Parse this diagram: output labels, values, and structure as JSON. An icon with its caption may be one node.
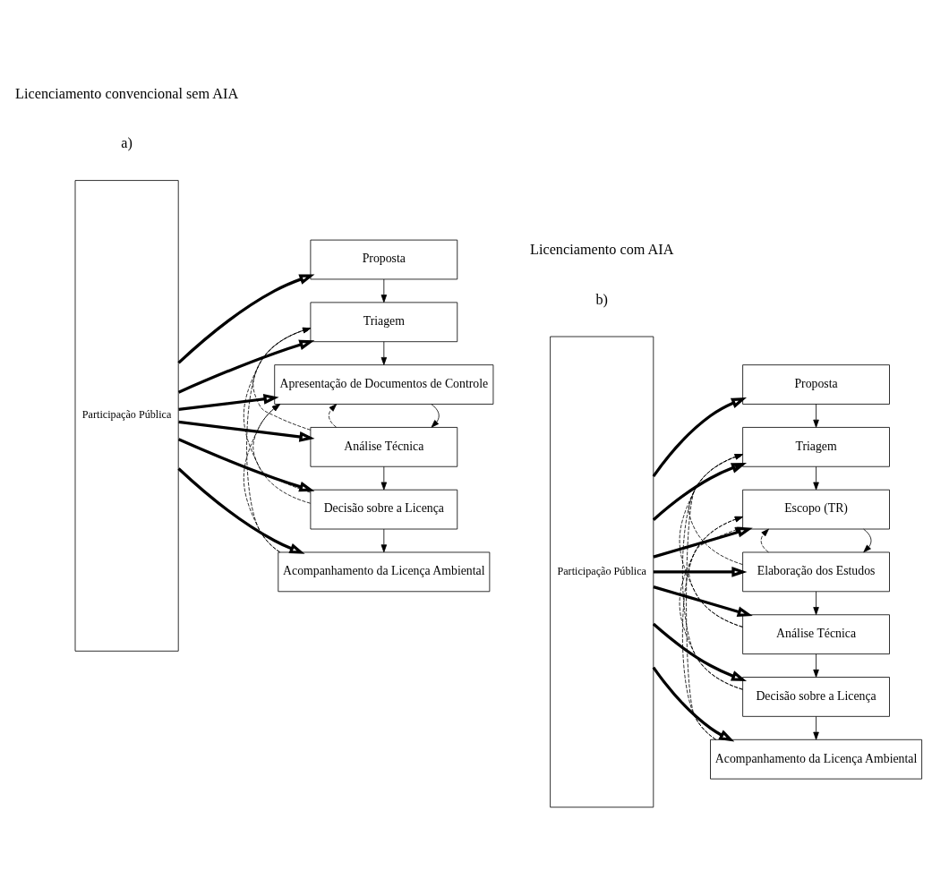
{
  "diagram": {
    "nodes": [
      {
        "text": [
          "Participação Pública"
        ]
      },
      {
        "text": [
          "Proposta"
        ]
      },
      {
        "text": [
          "Triagem"
        ]
      },
      {
        "text": [
          "Apresentação de Documentos de Controle"
        ]
      },
      {
        "text": [
          "Análise Técnica"
        ]
      },
      {
        "text": [
          "Decisão sobre a Licença"
        ]
      },
      {
        "text": [
          "Acompanhamento da Licença Ambiental"
        ]
      },
      {
        "text": [
          "Participação Pública"
        ]
      },
      {
        "text": [
          "Proposta"
        ]
      },
      {
        "text": [
          "Triagem"
        ]
      },
      {
        "text": [
          "Escopo (TR)"
        ]
      },
      {
        "text": [
          "Elaboração dos Estudos"
        ]
      },
      {
        "text": [
          "Análise Técnica"
        ]
      },
      {
        "text": [
          "Decisão sobre a Licença"
        ]
      },
      {
        "text": [
          "Acompanhamento da Licença Ambiental"
        ]
      }
    ],
    "edges": [
      {
        "from": 0,
        "to": 1,
        "arrow": "to",
        "style": "thick"
      },
      {
        "from": 0,
        "to": 2,
        "arrow": "to",
        "style": "thick"
      },
      {
        "from": 0,
        "to": 3,
        "arrow": "to",
        "style": "thick"
      },
      {
        "from": 0,
        "to": 4,
        "arrow": "to",
        "style": "thick"
      },
      {
        "from": 0,
        "to": 5,
        "arrow": "to",
        "style": "thick"
      },
      {
        "from": 0,
        "to": 6,
        "arrow": "to",
        "style": "thick"
      },
      {
        "from": 1,
        "to": 2,
        "arrow": "to"
      },
      {
        "from": 2,
        "to": 3,
        "arrow": "to"
      },
      {
        "from": 3,
        "to": 4,
        "arrow": "to"
      },
      {
        "from": 4,
        "to": 5,
        "arrow": "to"
      },
      {
        "from": 5,
        "to": 6,
        "arrow": "to"
      },
      {
        "from": 4,
        "to": 2,
        "arrow": "to",
        "style": "dashed"
      },
      {
        "from": 4,
        "to": 3,
        "arrow": "to",
        "style": "dashed"
      },
      {
        "from": 5,
        "to": 2,
        "arrow": "to",
        "style": "dashed"
      },
      {
        "from": 5,
        "to": 3,
        "arrow": "to",
        "style": "dashed"
      },
      {
        "from": 6,
        "to": 2,
        "arrow": "to",
        "style": "dashed"
      },
      {
        "from": 6,
        "to": 3,
        "arrow": "to",
        "style": "dashed"
      },
      {
        "from": 7,
        "to": 8,
        "arrow": "to",
        "style": "thick"
      },
      {
        "from": 7,
        "to": 9,
        "arrow": "to",
        "style": "thick"
      },
      {
        "from": 7,
        "to": 10,
        "arrow": "to",
        "style": "thick"
      },
      {
        "from": 7,
        "to": 11,
        "arrow": "to",
        "style": "thick"
      },
      {
        "from": 7,
        "to": 12,
        "arrow": "to",
        "style": "thick"
      },
      {
        "from": 7,
        "to": 13,
        "arrow": "to",
        "style": "thick"
      },
      {
        "from": 7,
        "to": 14,
        "arrow": "to",
        "style": "thick"
      },
      {
        "from": 8,
        "to": 9,
        "arrow": "to"
      },
      {
        "from": 9,
        "to": 10,
        "arrow": "to"
      },
      {
        "from": 10,
        "to": 11,
        "arrow": "to"
      },
      {
        "from": 11,
        "to": 12,
        "arrow": "to"
      },
      {
        "from": 12,
        "to": 13,
        "arrow": "to"
      },
      {
        "from": 13,
        "to": 14,
        "arrow": "to"
      },
      {
        "from": 11,
        "to": 9,
        "arrow": "to",
        "style": "dashed"
      },
      {
        "from": 11,
        "to": 10,
        "arrow": "to",
        "style": "dashed"
      },
      {
        "from": 12,
        "to": 9,
        "arrow": "to",
        "style": "dashed"
      },
      {
        "from": 12,
        "to": 10,
        "arrow": "to",
        "style": "dashed"
      },
      {
        "from": 13,
        "to": 9,
        "arrow": "to",
        "style": "dashed"
      },
      {
        "from": 13,
        "to": 10,
        "arrow": "to",
        "style": "dashed"
      },
      {
        "from": 14,
        "to": 9,
        "arrow": "to",
        "style": "dashed"
      },
      {
        "from": 14,
        "to": 10,
        "arrow": "to",
        "style": "dashed"
      }
    ],
    "labels": [
      "a)",
      "Licenciamento convencional sem AIA",
      "b)",
      "Licenciamento com AIA"
    ]
  }
}
